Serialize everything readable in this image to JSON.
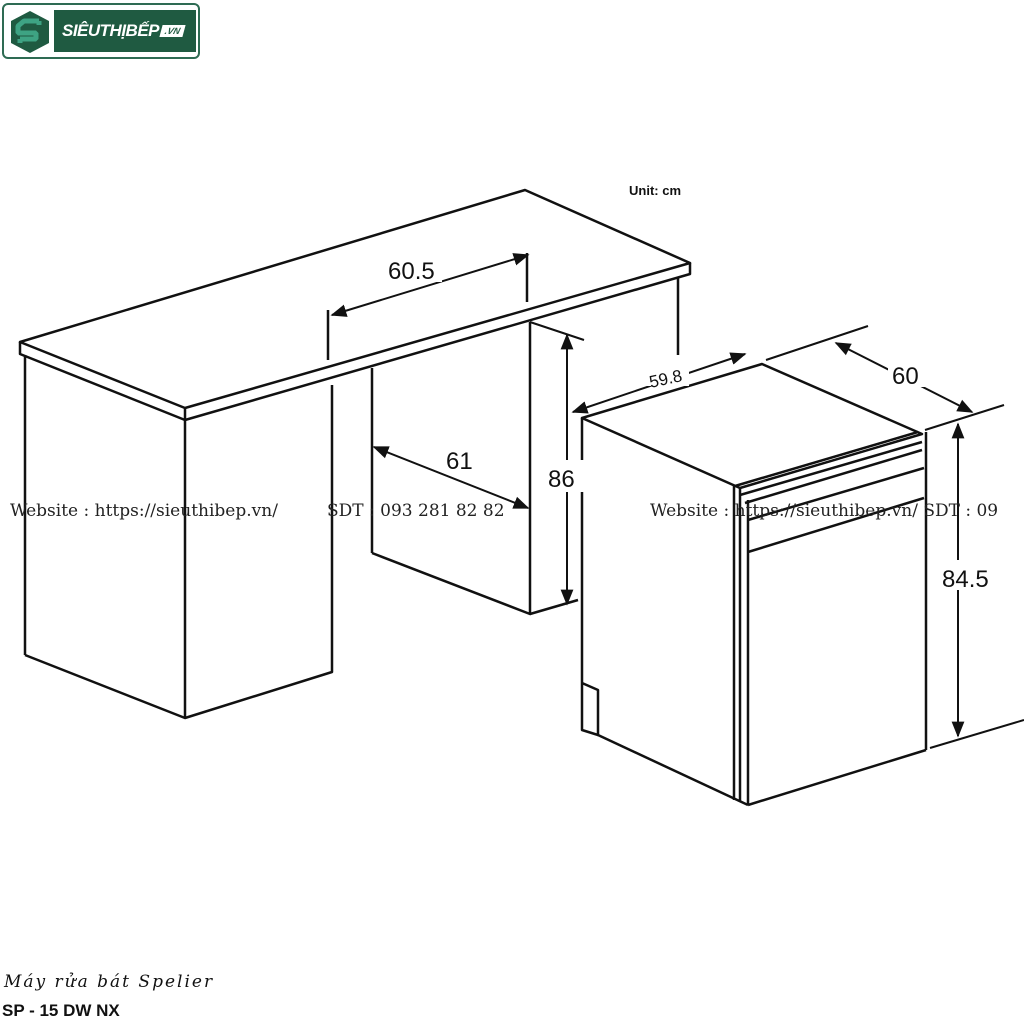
{
  "logo": {
    "brand": "SIÊUTHỊBẾP",
    "tld": ".VN",
    "colors": {
      "dark_green": "#1f5a41",
      "mid_green": "#2e6b53",
      "teal": "#3ea383"
    }
  },
  "diagram": {
    "unit_label": "Unit: cm",
    "dimensions": {
      "cabinet_gap_width": "60.5",
      "cabinet_depth": "61",
      "cabinet_height": "86",
      "appliance_width": "59.8",
      "appliance_depth": "60",
      "appliance_height": "84.5"
    }
  },
  "watermarks": [
    {
      "website": "Website : https://sieuthibep.vn/",
      "phone": "SDT : 093 281 82 82"
    },
    {
      "text": "Website : https://sieuthibep.vn/ SDT : 09"
    }
  ],
  "caption": {
    "title": "Máy rửa bát Spelier",
    "model": "SP - 15 DW NX"
  }
}
